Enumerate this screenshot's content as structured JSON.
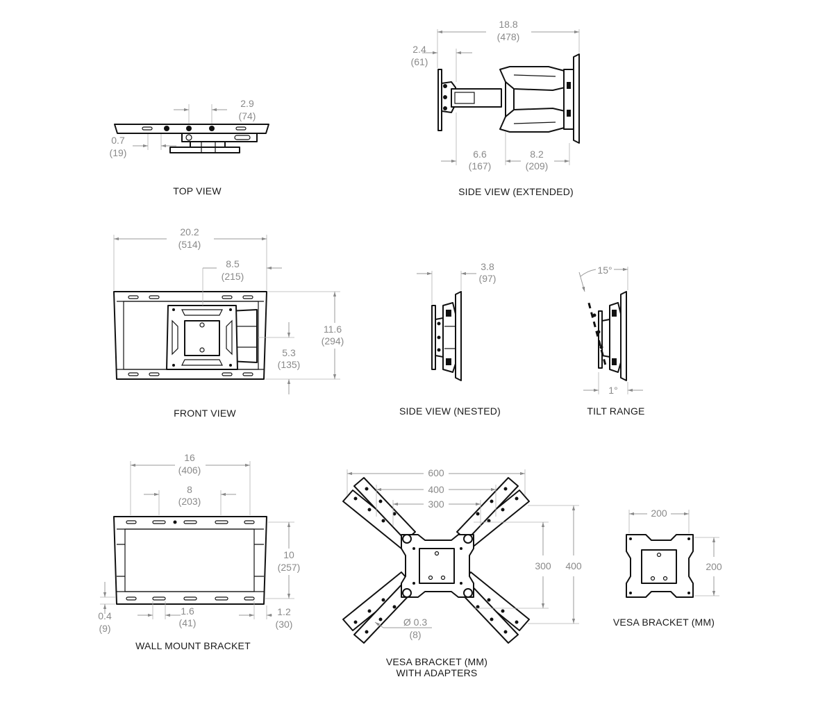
{
  "views": {
    "top": {
      "caption": "TOP VIEW",
      "dim_a": {
        "in": "2.9",
        "mm": "(74)"
      },
      "dim_b": {
        "in": "0.7",
        "mm": "(19)"
      }
    },
    "side_extended": {
      "caption": "SIDE VIEW (EXTENDED)",
      "dim_total": {
        "in": "18.8",
        "mm": "(478)"
      },
      "dim_wall": {
        "in": "2.4",
        "mm": "(61)"
      },
      "dim_arm": {
        "in": "6.6",
        "mm": "(167)"
      },
      "dim_head": {
        "in": "8.2",
        "mm": "(209)"
      }
    },
    "front": {
      "caption": "FRONT VIEW",
      "dim_width": {
        "in": "20.2",
        "mm": "(514)"
      },
      "dim_offset": {
        "in": "8.5",
        "mm": "(215)"
      },
      "dim_height": {
        "in": "11.6",
        "mm": "(294)"
      },
      "dim_center": {
        "in": "5.3",
        "mm": "(135)"
      }
    },
    "side_nested": {
      "caption": "SIDE VIEW (NESTED)",
      "dim_depth": {
        "in": "3.8",
        "mm": "(97)"
      }
    },
    "tilt": {
      "caption": "TILT RANGE",
      "up": "15°",
      "down": "1°"
    },
    "wall_bracket": {
      "caption": "WALL MOUNT BRACKET",
      "dim_holes": {
        "in": "16",
        "mm": "(406)"
      },
      "dim_inner": {
        "in": "8",
        "mm": "(203)"
      },
      "dim_height": {
        "in": "10",
        "mm": "(257)"
      },
      "dim_gap": {
        "in": "0.4",
        "mm": "(9)"
      },
      "dim_slot": {
        "in": "1.6",
        "mm": "(41)"
      },
      "dim_edge": {
        "in": "1.2",
        "mm": "(30)"
      }
    },
    "vesa_adapters": {
      "caption_line1": "VESA BRACKET (MM)",
      "caption_line2": "WITH ADAPTERS",
      "w600": "600",
      "w400": "400",
      "w300": "300",
      "h300": "300",
      "h400": "400",
      "hole": {
        "in": "Ø 0.3",
        "mm": "(8)"
      }
    },
    "vesa": {
      "caption": "VESA BRACKET (MM)",
      "w": "200",
      "h": "200"
    }
  }
}
